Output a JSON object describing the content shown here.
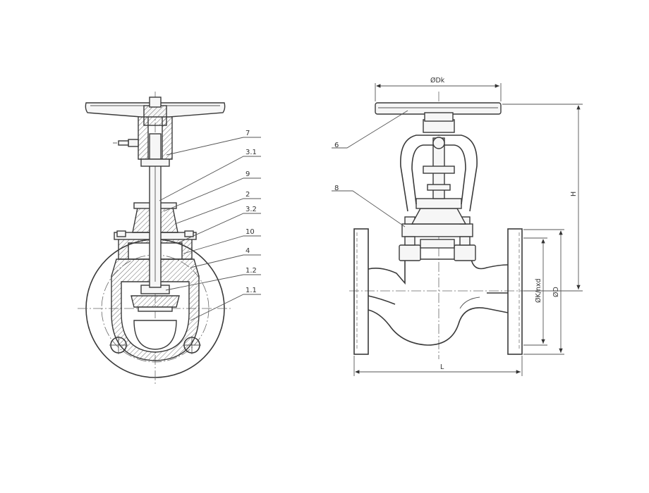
{
  "section_labels": [
    "7",
    "3.1",
    "9",
    "2",
    "3.2",
    "10",
    "4",
    "1.2",
    "1.1"
  ],
  "side_labels": [
    "6",
    "8"
  ],
  "dimensions": {
    "handwheel_diameter": "ØDk",
    "height": "H",
    "bolt_circle": "ØK/nxd",
    "flange_diameter": "ØD",
    "length": "L"
  }
}
